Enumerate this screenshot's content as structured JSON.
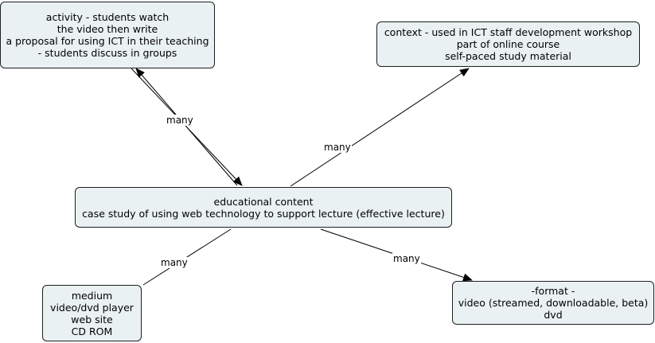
{
  "nodes": {
    "activity": {
      "lines": [
        "activity - students watch",
        "the video then write",
        "a proposal for using ICT in their teaching",
        "- students discuss in groups"
      ]
    },
    "context": {
      "lines": [
        "context - used in ICT staff development workshop",
        "part of online course",
        "self-paced study material"
      ]
    },
    "educational_content": {
      "lines": [
        "educational content",
        "case study of using web technology to support lecture (effective lecture)"
      ]
    },
    "medium": {
      "lines": [
        "medium",
        "video/dvd player",
        "web site",
        "CD ROM"
      ]
    },
    "format": {
      "lines": [
        "-format -",
        "video (streamed, downloadable, beta)",
        "dvd"
      ]
    }
  },
  "edges": {
    "activity_label": "many",
    "context_label": "many",
    "medium_label": "many",
    "format_label": "many"
  },
  "colors": {
    "node_fill": "#eaf1f3",
    "node_border": "#1e1e1e",
    "line": "#000000"
  }
}
